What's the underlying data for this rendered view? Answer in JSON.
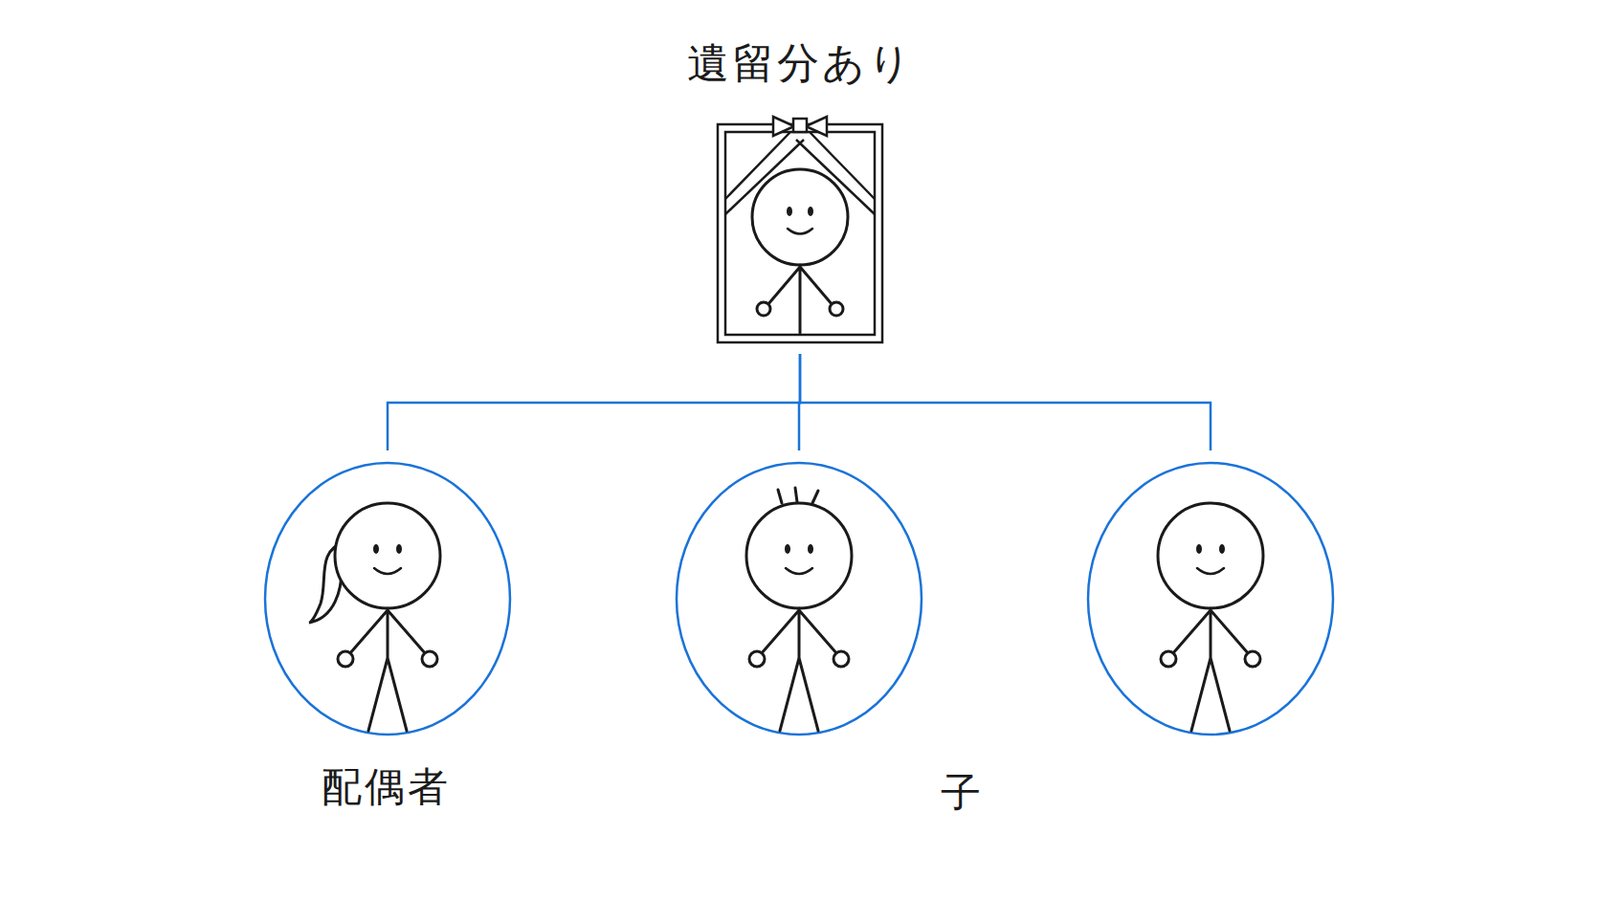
{
  "diagram": {
    "nodes": [
      {
        "text": [
          "遺留分あり"
        ]
      },
      {
        "text": [
          "配偶者"
        ]
      },
      {
        "text": [
          "子"
        ]
      }
    ],
    "edges": [
      {
        "from": 0,
        "to": 1,
        "arrow": "none"
      },
      {
        "from": 0,
        "to": 2,
        "arrow": "none"
      }
    ]
  }
}
